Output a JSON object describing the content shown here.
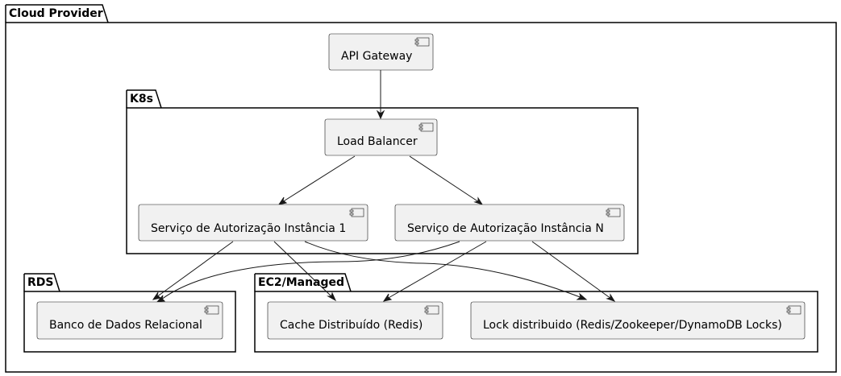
{
  "packages": {
    "cloud": "Cloud Provider",
    "k8s": "K8s",
    "rds": "RDS",
    "ec2": "EC2/Managed"
  },
  "components": {
    "api_gateway": "API Gateway",
    "load_balancer": "Load Balancer",
    "auth_service_1": "Serviço de Autorização Instância 1",
    "auth_service_n": "Serviço de Autorização Instância N",
    "relational_db": "Banco de Dados Relacional",
    "distributed_cache": "Cache Distribuído (Redis)",
    "distributed_lock": "Lock distribuido (Redis/Zookeeper/DynamoDB Locks)"
  }
}
